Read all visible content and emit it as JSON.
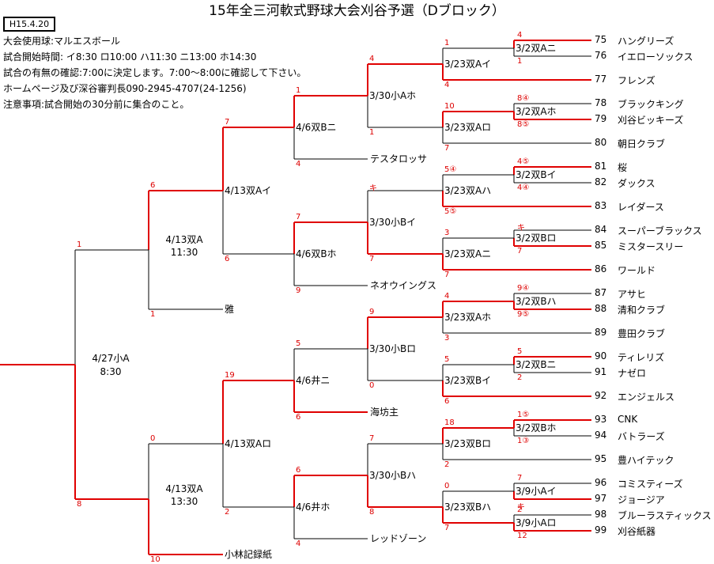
{
  "header": {
    "title": "15年全三河軟式野球大会刈谷予選（Dブロック）",
    "date": "H15.4.20"
  },
  "info": [
    "大会使用球:マルエスボール",
    "試合開始時間: イ8:30 ロ10:00 ハ11:30 ニ13:00 ホ14:30",
    "試合の有無の確認:7:00に決定します。7:00～8:00に確認して下さい。",
    "ホームページ及び深谷審判長090-2945-4707(24-1256)",
    "注意事項:試合開始の30分前に集合のこと。"
  ],
  "teams": [
    {
      "num": "75",
      "name": "ハングリーズ"
    },
    {
      "num": "76",
      "name": "イエローソックス"
    },
    {
      "num": "77",
      "name": "フレンズ"
    },
    {
      "num": "78",
      "name": "ブラックキング"
    },
    {
      "num": "79",
      "name": "刈谷ビッキーズ"
    },
    {
      "num": "80",
      "name": "朝日クラブ"
    },
    {
      "num": "81",
      "name": "桜"
    },
    {
      "num": "82",
      "name": "ダックス"
    },
    {
      "num": "83",
      "name": "レイダース"
    },
    {
      "num": "84",
      "name": "スーパーブラックス"
    },
    {
      "num": "85",
      "name": "ミスタースリー"
    },
    {
      "num": "86",
      "name": "ワールド"
    },
    {
      "num": "87",
      "name": "アサヒ"
    },
    {
      "num": "88",
      "name": "清和クラブ"
    },
    {
      "num": "89",
      "name": "豊田クラブ"
    },
    {
      "num": "90",
      "name": "ティレリズ"
    },
    {
      "num": "91",
      "name": "ナゼロ"
    },
    {
      "num": "92",
      "name": "エンジェルス"
    },
    {
      "num": "93",
      "name": "CNK"
    },
    {
      "num": "94",
      "name": "バトラーズ"
    },
    {
      "num": "95",
      "name": "豊ハイテック"
    },
    {
      "num": "96",
      "name": "コミスティーズ"
    },
    {
      "num": "97",
      "name": "ジョージア"
    },
    {
      "num": "98",
      "name": "ブルーラスティックス"
    },
    {
      "num": "99",
      "name": "刈谷紙器"
    }
  ],
  "left_teams": [
    {
      "name": "テスタロッサ"
    },
    {
      "name": "ネオウイングス"
    },
    {
      "name": "雅"
    },
    {
      "name": "海坊主"
    },
    {
      "name": "レッドゾーン"
    },
    {
      "name": "小林記録紙"
    }
  ],
  "matches": {
    "r1": [
      "3/2双Aニ",
      "3/2双Aホ",
      "3/2双Bイ",
      "3/2双Bロ",
      "3/2双Bハ",
      "3/2双Bニ",
      "3/2双Bホ",
      "3/9小Aイ",
      "3/9小Aロ"
    ],
    "r2": [
      "3/23双Aイ",
      "3/23双Aロ",
      "3/23双Aハ",
      "3/23双Aニ",
      "3/23双Aホ",
      "3/23双Bイ",
      "3/23双Bロ",
      "3/23双Bハ"
    ],
    "r3": [
      "3/30小Aホ",
      "3/30小Bイ",
      "3/30小Bロ",
      "3/30小Bハ"
    ],
    "r4": [
      "4/6双Bニ",
      "4/6双Bホ",
      "4/6井ニ",
      "4/6井ホ"
    ],
    "r5": [
      "4/13双Aイ",
      "4/13双Aロ"
    ],
    "r6": [
      {
        "label": "4/13双A",
        "time": "11:30"
      },
      {
        "label": "4/13双A",
        "time": "13:30"
      }
    ],
    "final": {
      "label": "4/27小A",
      "time": "8:30"
    }
  },
  "scores": {
    "r1": [
      [
        "4",
        "1"
      ],
      [
        "8④",
        "8⑤"
      ],
      [
        "4⑤",
        "4④"
      ],
      [
        "キ",
        "7"
      ],
      [
        "9④",
        "9⑤"
      ],
      [
        "5",
        "2"
      ],
      [
        "1⑤",
        "1③"
      ],
      [
        "7",
        "キ"
      ],
      [
        "2",
        "12"
      ]
    ],
    "r2": [
      [
        "1",
        "4"
      ],
      [
        "10",
        "7"
      ],
      [
        "5④",
        "5⑤"
      ],
      [
        "3",
        "7"
      ],
      [
        "4",
        "3"
      ],
      [
        "5",
        "6"
      ],
      [
        "18",
        "2"
      ],
      [
        "0",
        "7"
      ]
    ],
    "r3": [
      [
        "4",
        "1"
      ],
      [
        "キ",
        "7"
      ],
      [
        "9",
        "0"
      ],
      [
        "7",
        "8"
      ]
    ],
    "r4": [
      [
        "1",
        "4"
      ],
      [
        "7",
        "9"
      ],
      [
        "5",
        "6"
      ],
      [
        "6",
        "4"
      ]
    ],
    "r5": [
      [
        "7",
        "6"
      ],
      [
        "19",
        "2"
      ]
    ],
    "r6": [
      [
        "6",
        "1"
      ],
      [
        "0",
        "10"
      ]
    ],
    "final": [
      "1",
      "8"
    ]
  },
  "colors": {
    "winner": "#e00000",
    "line": "#000000"
  }
}
